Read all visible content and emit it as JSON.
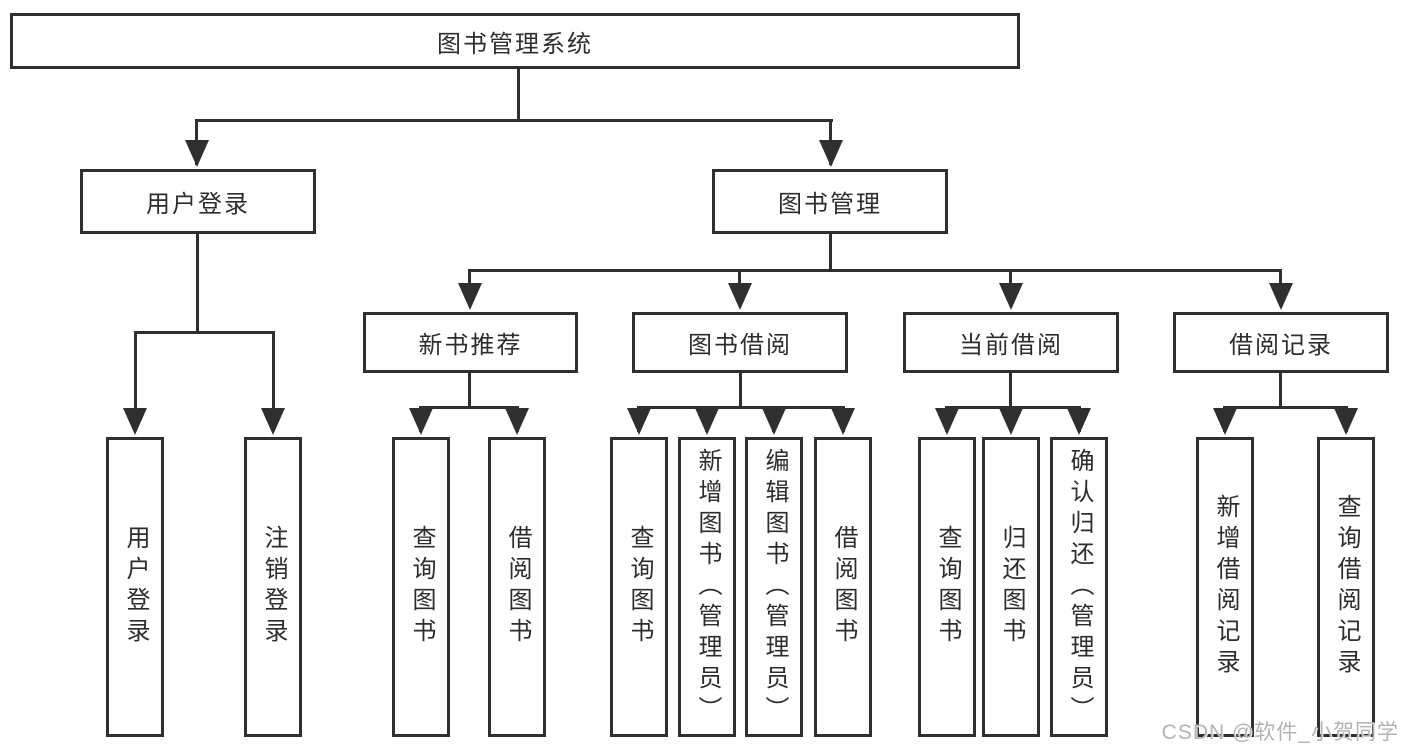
{
  "diagram_type": "hierarchy-tree",
  "colors": {
    "line": "#2f2f2f",
    "box_background": "#ffffff",
    "text": "#2d2d2d",
    "watermark": "#b3b3b3"
  },
  "watermark": {
    "text": "CSDN @软件_小贺同学"
  },
  "tree": {
    "label": "图书管理系统",
    "children": [
      {
        "label": "用户登录",
        "children": [
          {
            "label": "用户登录"
          },
          {
            "label": "注销登录"
          }
        ]
      },
      {
        "label": "图书管理",
        "children": [
          {
            "label": "新书推荐",
            "children": [
              {
                "label": "查询图书"
              },
              {
                "label": "借阅图书"
              }
            ]
          },
          {
            "label": "图书借阅",
            "children": [
              {
                "label": "查询图书"
              },
              {
                "label": "新增图书（管理员）"
              },
              {
                "label": "编辑图书（管理员）"
              },
              {
                "label": "借阅图书"
              }
            ]
          },
          {
            "label": "当前借阅",
            "children": [
              {
                "label": "查询图书"
              },
              {
                "label": "归还图书"
              },
              {
                "label": "确认归还（管理员）"
              }
            ]
          },
          {
            "label": "借阅记录",
            "children": [
              {
                "label": "新增借阅记录"
              },
              {
                "label": "查询借阅记录"
              }
            ]
          }
        ]
      }
    ]
  }
}
